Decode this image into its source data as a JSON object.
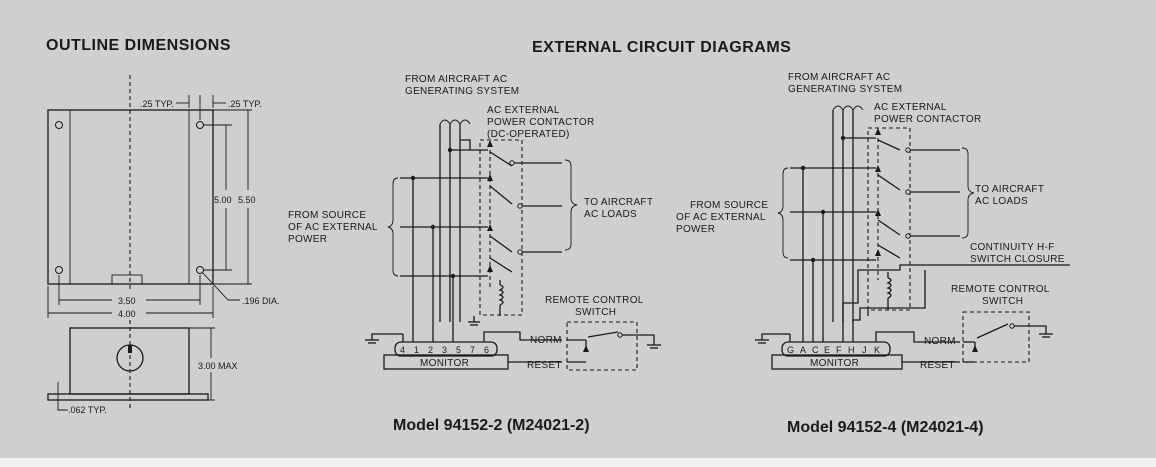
{
  "headings": {
    "outline": "OUTLINE DIMENSIONS",
    "external": "EXTERNAL CIRCUIT DIAGRAMS"
  },
  "outline": {
    "typ_left": ".25 TYP.",
    "typ_right": ".25 TYP.",
    "dim_5_00": "5.00",
    "dim_5_50": "5.50",
    "dim_3_50": "3.50",
    "dim_4_00": "4.00",
    "dia": ".196 DIA.",
    "max_height": "3.00 MAX",
    "flange_typ": ".062 TYP."
  },
  "diagram1": {
    "from_aircraft_1": "FROM AIRCRAFT AC",
    "from_aircraft_2": "GENERATING SYSTEM",
    "contactor_1": "AC EXTERNAL",
    "contactor_2": "POWER CONTACTOR",
    "contactor_3": "(DC-OPERATED)",
    "source_1": "FROM SOURCE",
    "source_2": "OF AC EXTERNAL",
    "source_3": "POWER",
    "loads_1": "TO AIRCRAFT",
    "loads_2": "AC LOADS",
    "remote_1": "REMOTE CONTROL",
    "remote_2": "SWITCH",
    "norm": "NORM",
    "reset": "RESET",
    "monitor": "MONITOR",
    "pins": [
      "4",
      "1",
      "2",
      "3",
      "5",
      "7",
      "6"
    ],
    "model": "Model 94152-2 (M24021-2)"
  },
  "diagram2": {
    "from_aircraft_1": "FROM AIRCRAFT AC",
    "from_aircraft_2": "GENERATING SYSTEM",
    "contactor_1": "AC EXTERNAL",
    "contactor_2": "POWER CONTACTOR",
    "source_1": "FROM SOURCE",
    "source_2": "OF AC EXTERNAL",
    "source_3": "POWER",
    "loads_1": "TO AIRCRAFT",
    "loads_2": "AC LOADS",
    "continuity_1": "CONTINUITY H-F",
    "continuity_2": "SWITCH CLOSURE",
    "remote_1": "REMOTE CONTROL",
    "remote_2": "SWITCH",
    "norm": "NORM",
    "reset": "RESET",
    "monitor": "MONITOR",
    "pins": [
      "G",
      "A",
      "C",
      "E",
      "F",
      "H",
      "J",
      "K"
    ],
    "model": "Model 94152-4 (M24021-4)"
  }
}
